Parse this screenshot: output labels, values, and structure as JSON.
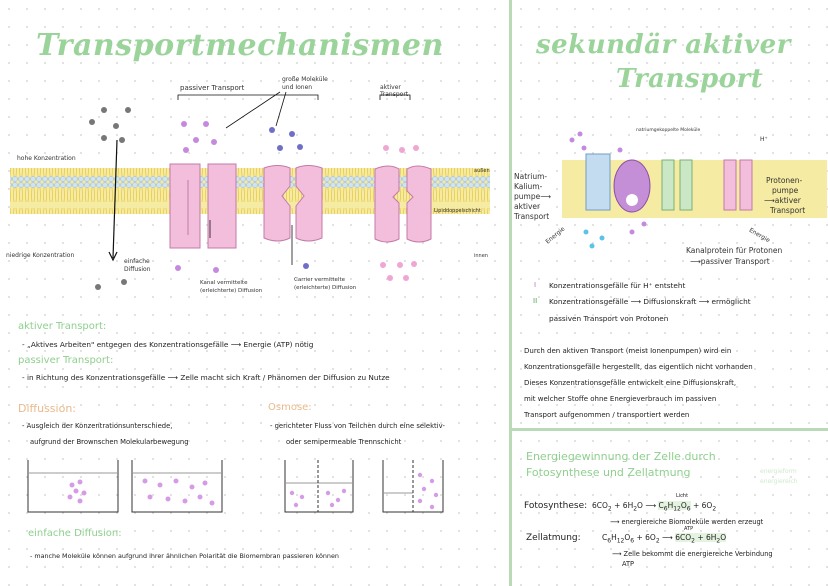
{
  "left": {
    "title": "Transportmechanismen",
    "labels": {
      "hohe": "hohe Konzentration",
      "niedrige": "niedrige Konzentration",
      "passiv_top": "passiver Transport",
      "grosse": "große Moleküle",
      "ionen": "und Ionen",
      "aktiver_top_1": "aktiver",
      "aktiver_top_2": "Transport",
      "aussen": "außen",
      "innen": "innen",
      "lipid": "Lipiddoppelschicht",
      "einfache_1": "einfache",
      "einfache_2": "Diffusion",
      "kanal_1": "Kanal vermittelte",
      "kanal_2": "(erleichterte) Diffusion",
      "carrier_1": "Carrier vermittelte",
      "carrier_2": "(erleichterte) Diffusion"
    },
    "aktiver_heading": "aktiver Transport:",
    "aktiver_text": "- „Aktives Arbeiten\" entgegen des Konzentrationsgefälle ⟶ Energie (ATP) nötig",
    "passiver_heading": "passiver Transport:",
    "passiver_text": "- in Richtung des Konzentrationsgefälle ⟶ Zelle macht sich Kraft / Phänomen der Diffusion zu Nutze",
    "diffusion_heading": "Diffussion:",
    "diffusion_line1": "- Ausgleich der Konzentrationsunterschiede,",
    "diffusion_line2": "aufgrund der Brownschen Molekularbewegung",
    "osmose_heading": "Osmose:",
    "osmose_line1": "- gerichteter Fluss von Teilchen durch eine selektiv-",
    "osmose_line2": "oder semipermeable Trennschicht",
    "einfache_heading": "einfache Diffusion:",
    "einfache_text": "- manche Moleküle können aufgrund ihrer ähnlichen Polarität die Biomembran passieren können"
  },
  "right": {
    "title_line1": "sekundär aktiver",
    "title_line2": "Transport",
    "labels": {
      "hplus": "H⁺",
      "natrium_1": "Natrium-",
      "natrium_2": "Kalium-",
      "natrium_3": "pumpe⟶",
      "natrium_4": "aktiver",
      "natrium_5": "Transport",
      "energie_left": "Energie",
      "protonen_1": "Protonen-",
      "protonen_2": "pumpe",
      "protonen_3": "⟶aktiver",
      "protonen_4": "Transport",
      "energie_right": "Energie",
      "kanalprotein_1": "Kanalprotein für Protonen",
      "kanalprotein_2": "⟶passiver Transport",
      "small_label": "natriumgekoppelte Moleküle"
    },
    "item1_num": "I",
    "item1_text": "Konzentrationsgefälle für H⁺ entsteht",
    "item2_num": "II",
    "item2_text": "Konzentrationsgefälle ⟶ Diffusionskraft ⟶ ermöglicht",
    "item2_text2": "passiven Transport von Protonen",
    "para": [
      "Durch den aktiven Transport (meist Ionenpumpen) wird ein",
      "Konzentrationsgefälle hergestellt, das eigentlich nicht vorhanden",
      "Dieses Konzentrationsgefälle entwickelt eine Diffusionskraft,",
      "mit welcher Stoffe ohne Energieverbrauch im passiven",
      "Transport aufgenommen / transportiert werden"
    ],
    "energy_heading_1": "Energiegewinnung der Zelle durch",
    "energy_heading_2": "Fotosynthese und Zellatmung",
    "watermark_1": "energieform",
    "watermark_2": "energiereich",
    "foto_label": "Fotosynthese:",
    "foto_light": "Licht",
    "foto_result": "⟶ energiereiche Biomoleküle werden erzeugt",
    "zell_label": "Zellatmung:",
    "zell_atp": "ATP",
    "zell_result_1": "⟶ Zelle bekommt die energiereiche Verbindung",
    "zell_result_2": "ATP"
  },
  "colors": {
    "title_green": "#9bd49a",
    "heading_orange": "#e8b98b",
    "protein_pink": "#f2bedc",
    "protein_blue": "#c4dcf0",
    "protein_purple": "#c48fd6",
    "protein_green": "#cbe8c6",
    "membrane_yellow": "#f2e07a",
    "membrane_head": "#cfe3f2"
  }
}
